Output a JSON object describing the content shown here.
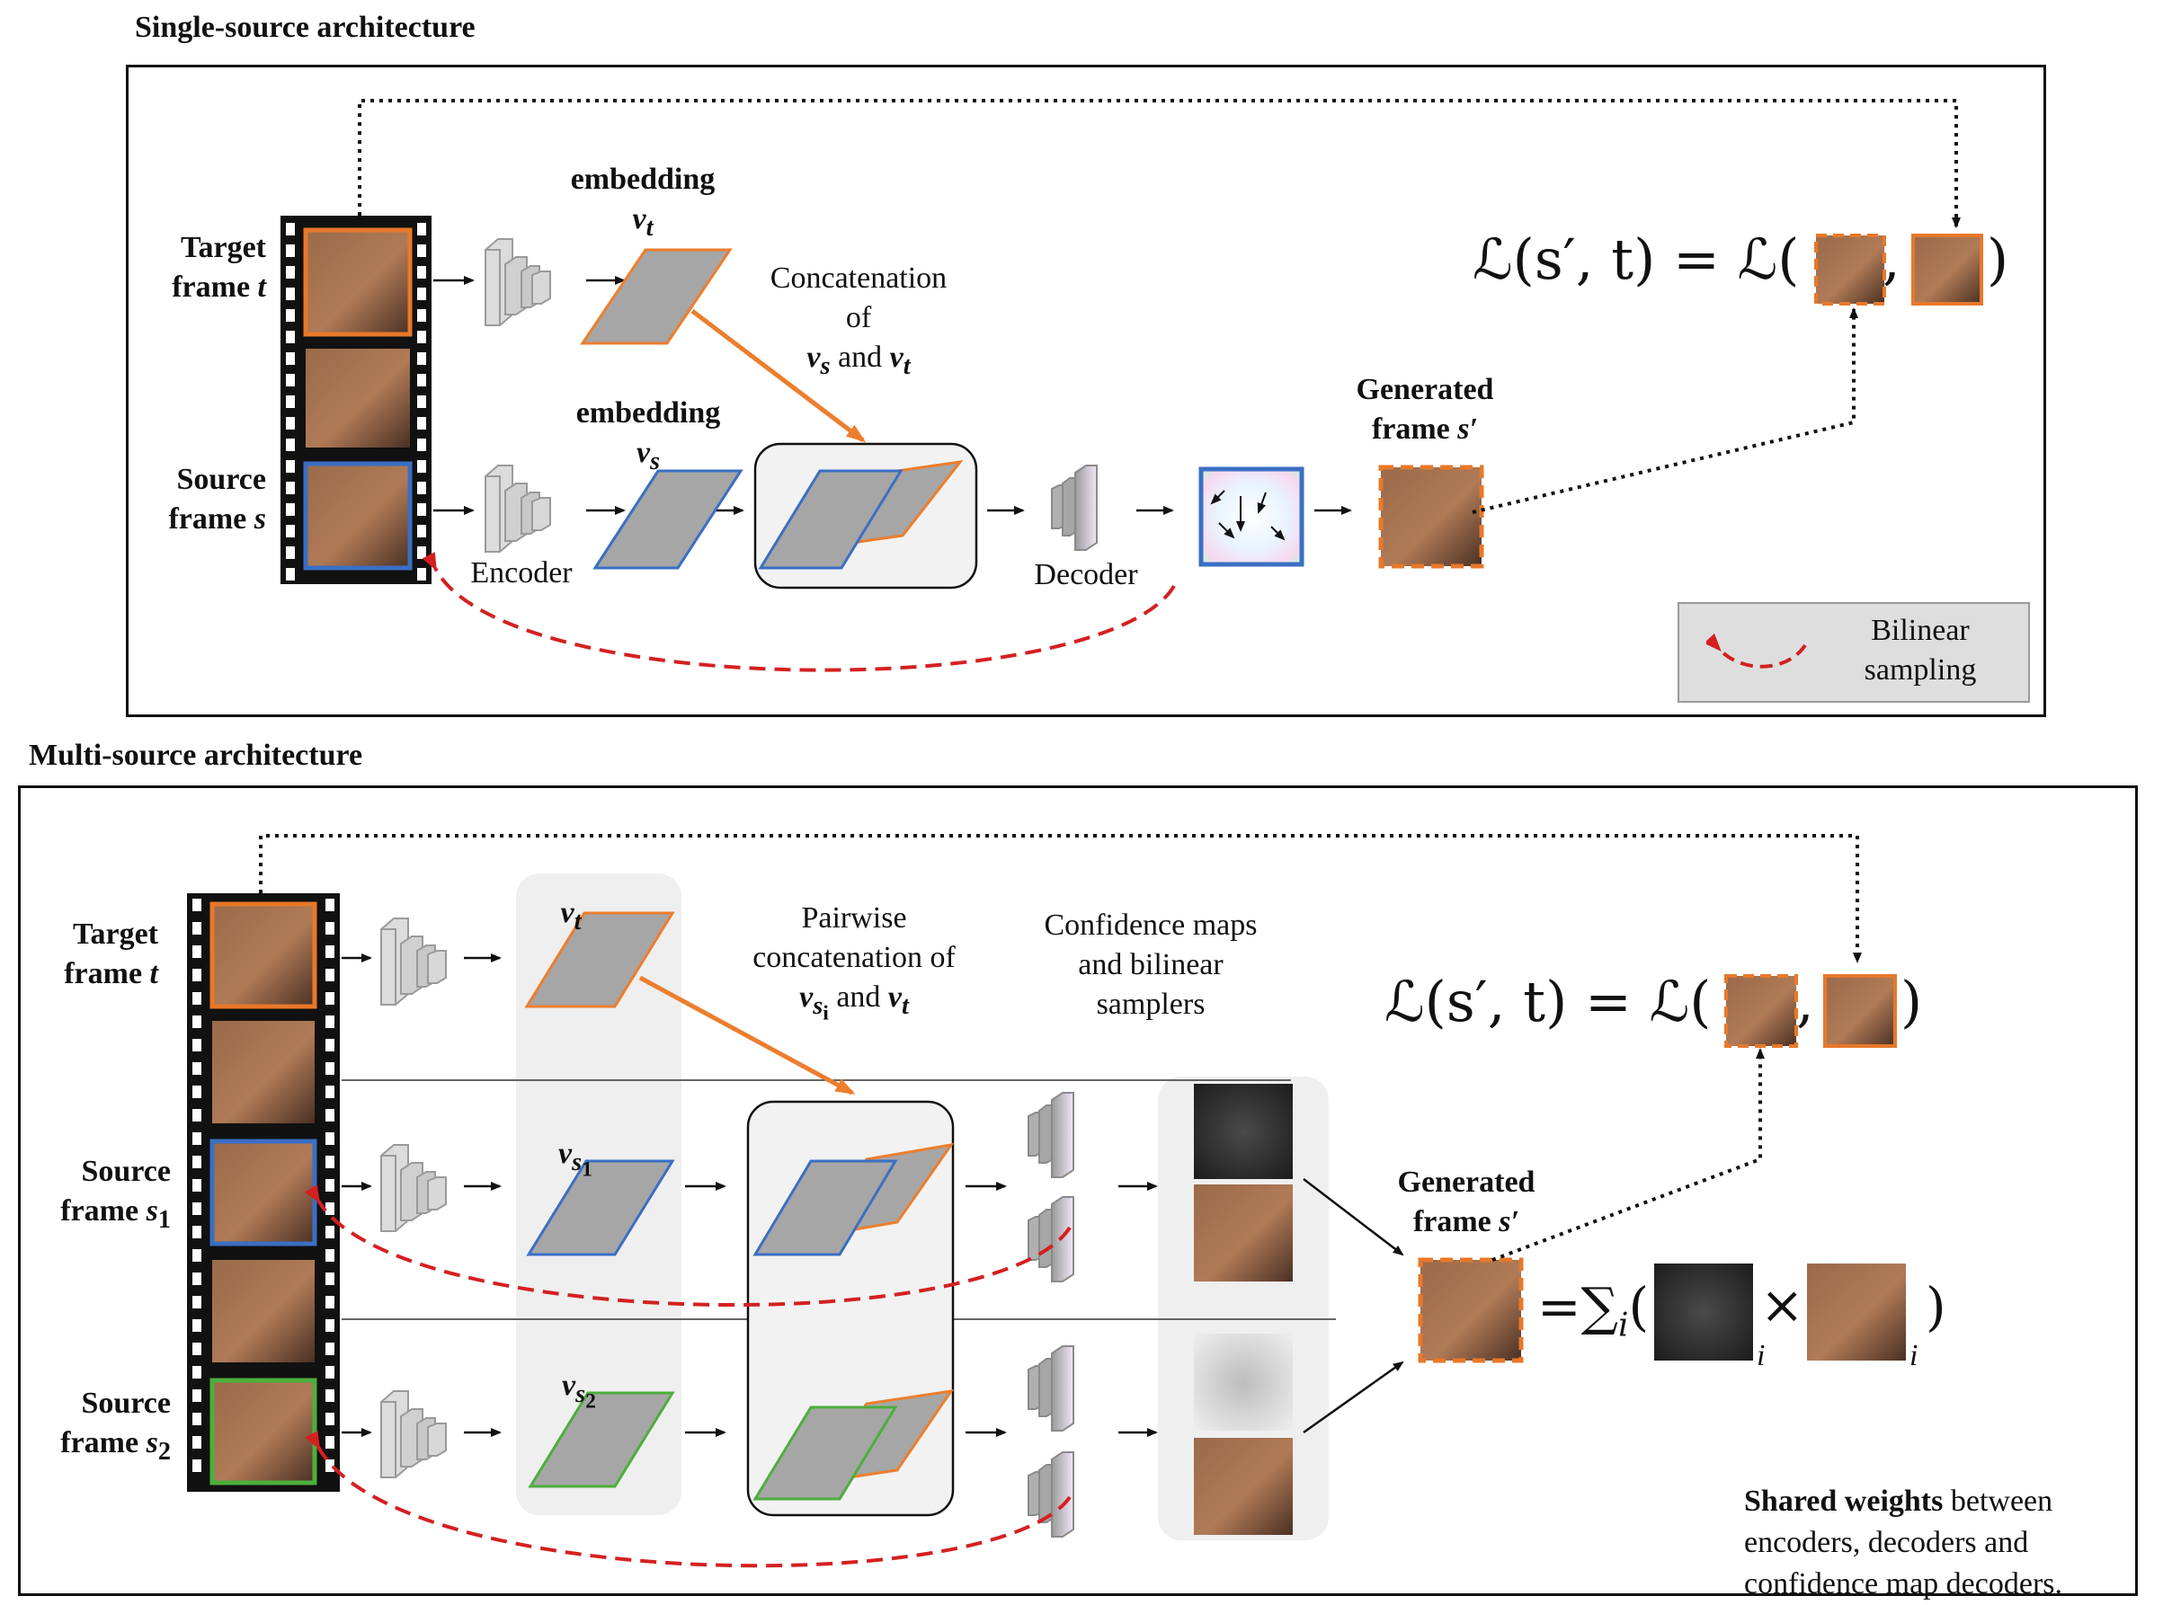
{
  "single": {
    "title": "Single-source architecture",
    "target_line1": "Target",
    "target_line2": "frame",
    "target_var": "t",
    "source_line1": "Source",
    "source_line2": "frame",
    "source_var": "s",
    "encoder": "Encoder",
    "decoder": "Decoder",
    "embedding_t": "embedding",
    "vt": "v",
    "vt_sub": "t",
    "embedding_s": "embedding",
    "vs": "v",
    "vs_sub": "s",
    "concat_l1": "Concatenation",
    "concat_l2": "of",
    "concat_v1": "v",
    "concat_v1_sub": "s",
    "concat_and": "and",
    "concat_v2": "v",
    "concat_v2_sub": "t",
    "generated_l1": "Generated",
    "generated_l2": "frame",
    "generated_var": "s′",
    "loss_left": "ℒ(s′, t) = ℒ(",
    "loss_comma": ",",
    "loss_close": ")"
  },
  "legend": {
    "line1": "Bilinear",
    "line2": "sampling"
  },
  "multi": {
    "title": "Multi-source architecture",
    "target_line1": "Target",
    "target_line2": "frame",
    "target_var": "t",
    "source1_line1": "Source",
    "source1_line2": "frame",
    "source1_var": "s",
    "source1_sub": "1",
    "source2_line1": "Source",
    "source2_line2": "frame",
    "source2_var": "s",
    "source2_sub": "2",
    "vt": "v",
    "vt_sub": "t",
    "vs1": "v",
    "vs1_sub": "s",
    "vs1_subsub": "1",
    "vs2": "v",
    "vs2_sub": "s",
    "vs2_subsub": "2",
    "pairwise_l1": "Pairwise",
    "pairwise_l2": "concatenation of",
    "pairwise_v1": "v",
    "pairwise_v1_sub": "s",
    "pairwise_v1_subsub": "i",
    "pairwise_and": "and",
    "pairwise_v2": "v",
    "pairwise_v2_sub": "t",
    "conf_l1": "Confidence maps",
    "conf_l2": "and bilinear",
    "conf_l3": "samplers",
    "generated_l1": "Generated",
    "generated_l2": "frame",
    "generated_var": "s′",
    "loss_left": "ℒ(s′, t) = ℒ(",
    "loss_comma": ",",
    "loss_close": ")",
    "sum_eq": "=∑",
    "sum_sub": "i",
    "sum_open": "(",
    "times": "×",
    "sum_close": ")",
    "idx_i1": "i",
    "idx_i2": "i",
    "shared_bold": "Shared weights",
    "shared_rest1": " between",
    "shared_line2": "encoders, decoders and",
    "shared_line3": "confidence map decoders."
  },
  "colors": {
    "target_border": "#e8782a",
    "source1_border": "#3a6fc4",
    "source2_border": "#4caf3c",
    "arrow_orange": "#ec7e2e",
    "bilinear_red": "#d42020",
    "embedding_fill": "#a6a6a6",
    "panel_gray": "#efefef"
  },
  "icons": {
    "encoder": "encoder-block-icon",
    "decoder": "decoder-block-icon",
    "flow": "flow-field-icon",
    "film": "film-strip-icon",
    "face": "face-thumbnail-icon"
  }
}
